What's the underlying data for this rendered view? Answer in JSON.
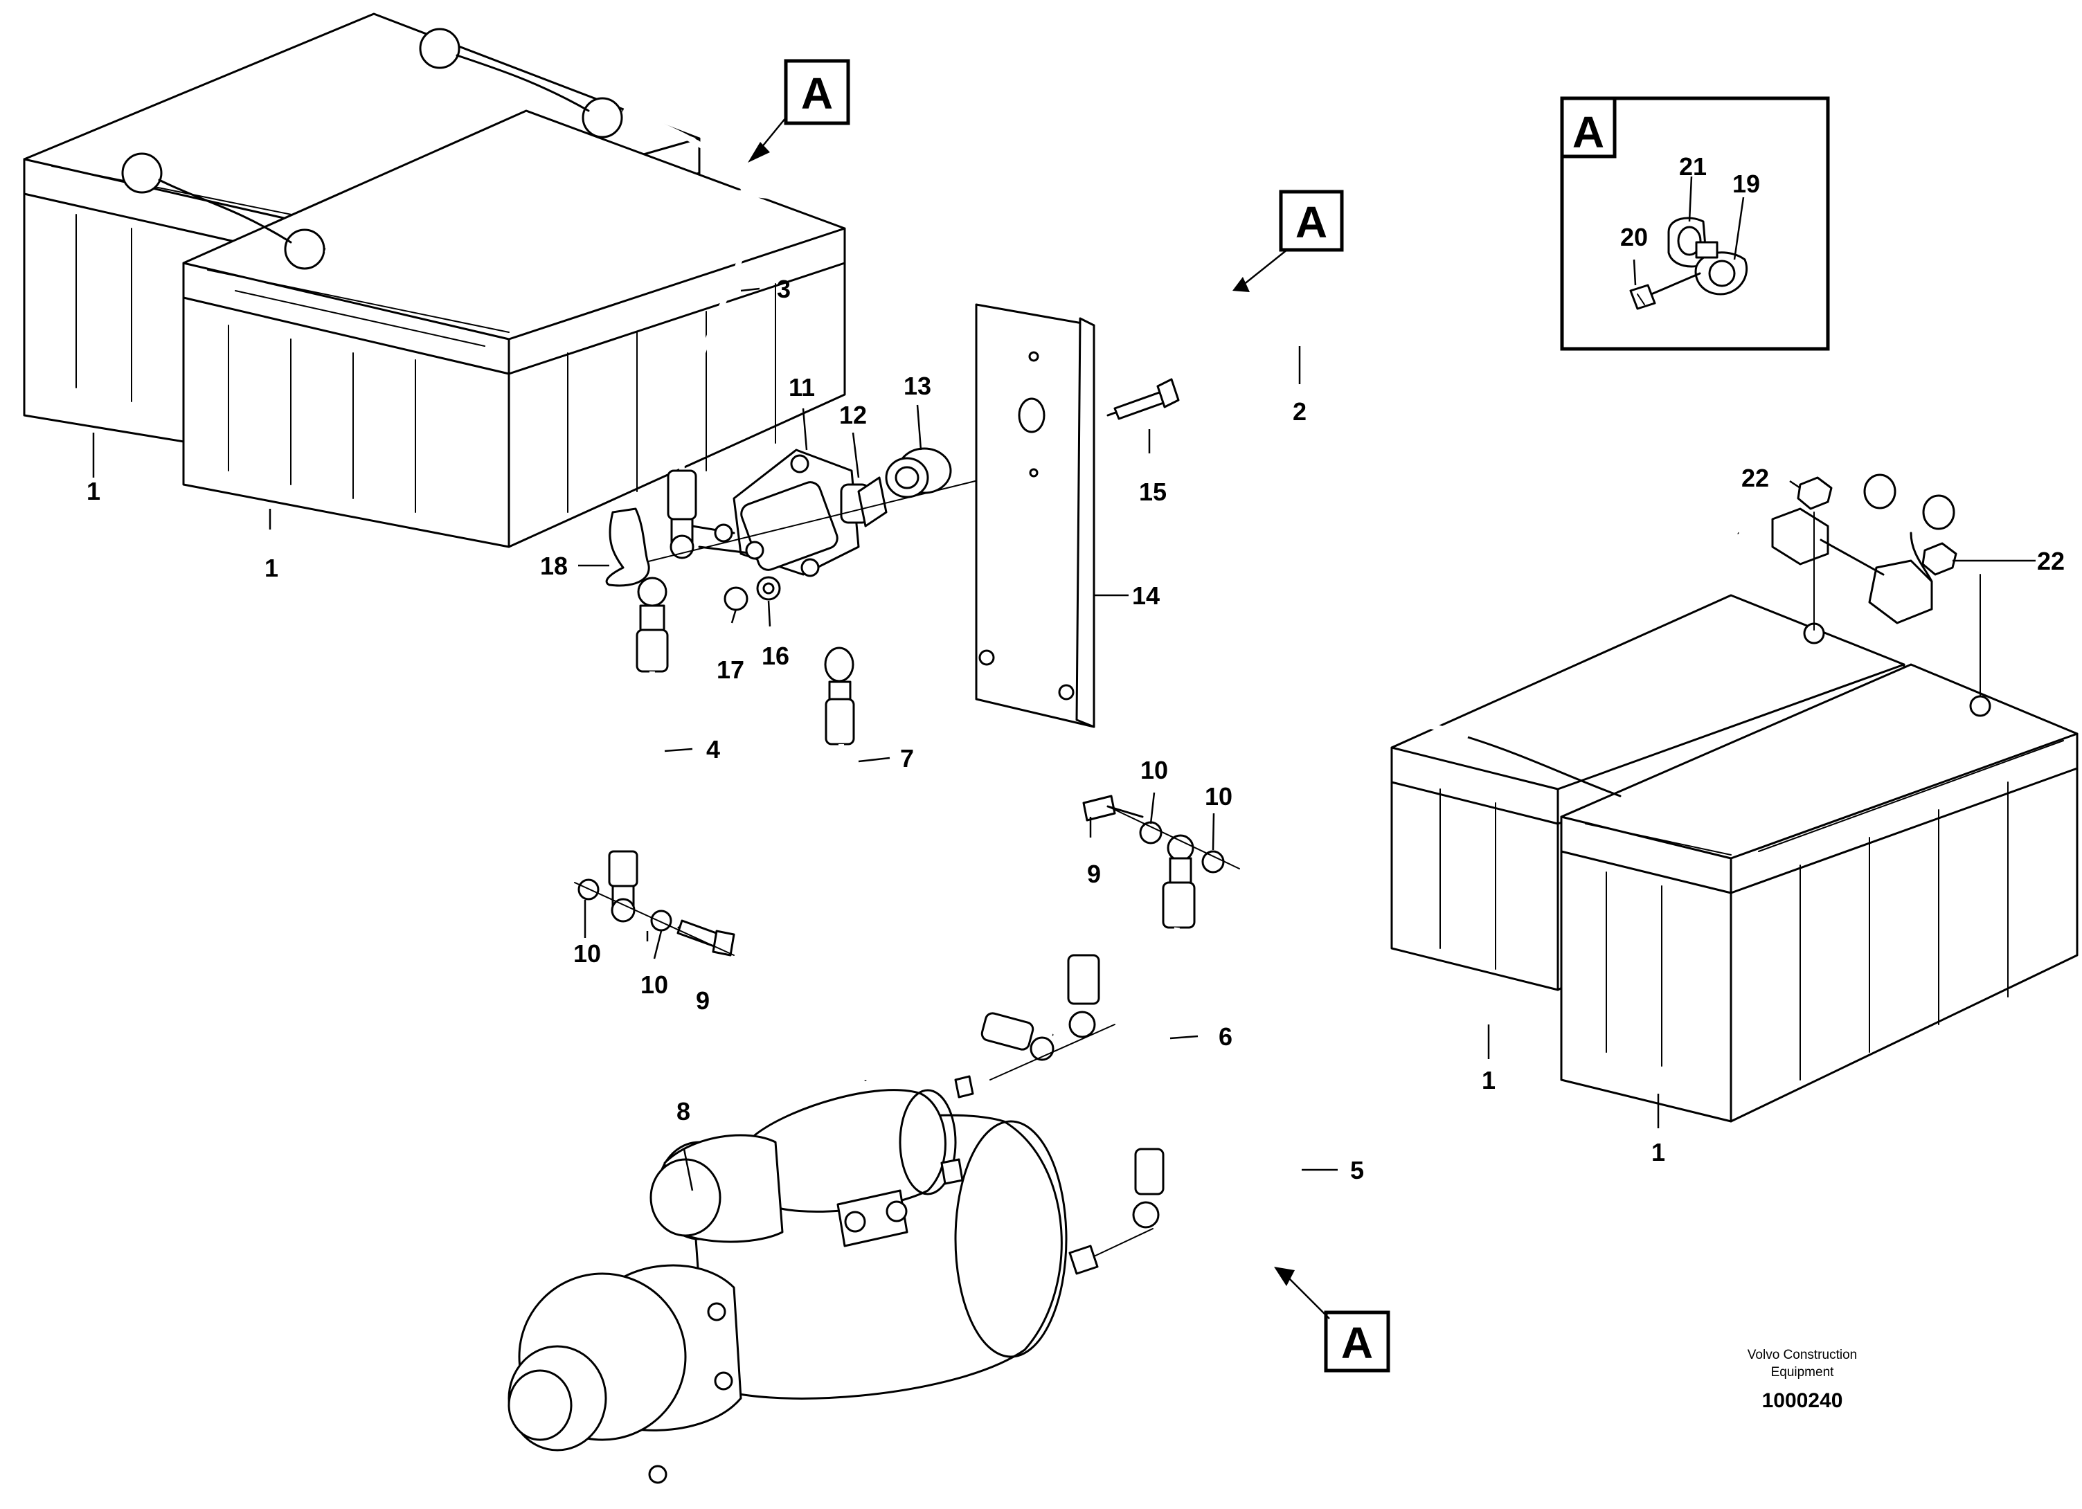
{
  "figure": {
    "inset_reference": "A",
    "view_markers": [
      "A",
      "A",
      "A"
    ]
  },
  "callouts": [
    {
      "id": "c-1a",
      "label": "1"
    },
    {
      "id": "c-1b",
      "label": "1"
    },
    {
      "id": "c-1c",
      "label": "1"
    },
    {
      "id": "c-1d",
      "label": "1"
    },
    {
      "id": "c-2",
      "label": "2"
    },
    {
      "id": "c-3",
      "label": "3"
    },
    {
      "id": "c-4",
      "label": "4"
    },
    {
      "id": "c-5",
      "label": "5"
    },
    {
      "id": "c-6",
      "label": "6"
    },
    {
      "id": "c-7",
      "label": "7"
    },
    {
      "id": "c-8",
      "label": "8"
    },
    {
      "id": "c-9a",
      "label": "9"
    },
    {
      "id": "c-9b",
      "label": "9"
    },
    {
      "id": "c-10a",
      "label": "10"
    },
    {
      "id": "c-10b",
      "label": "10"
    },
    {
      "id": "c-10c",
      "label": "10"
    },
    {
      "id": "c-10d",
      "label": "10"
    },
    {
      "id": "c-11",
      "label": "11"
    },
    {
      "id": "c-12",
      "label": "12"
    },
    {
      "id": "c-13",
      "label": "13"
    },
    {
      "id": "c-14",
      "label": "14"
    },
    {
      "id": "c-15",
      "label": "15"
    },
    {
      "id": "c-16",
      "label": "16"
    },
    {
      "id": "c-17",
      "label": "17"
    },
    {
      "id": "c-18",
      "label": "18"
    },
    {
      "id": "c-19",
      "label": "19"
    },
    {
      "id": "c-20",
      "label": "20"
    },
    {
      "id": "c-21",
      "label": "21"
    },
    {
      "id": "c-22a",
      "label": "22"
    },
    {
      "id": "c-22b",
      "label": "22"
    }
  ],
  "footer": {
    "company_line1": "Volvo Construction",
    "company_line2": "Equipment",
    "drawing_number": "1000240"
  }
}
